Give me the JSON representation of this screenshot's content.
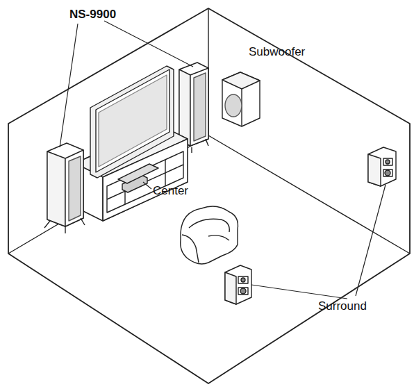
{
  "diagram": {
    "labels": [
      "NS-9900",
      "Subwoofer",
      "Center",
      "Surround"
    ]
  }
}
